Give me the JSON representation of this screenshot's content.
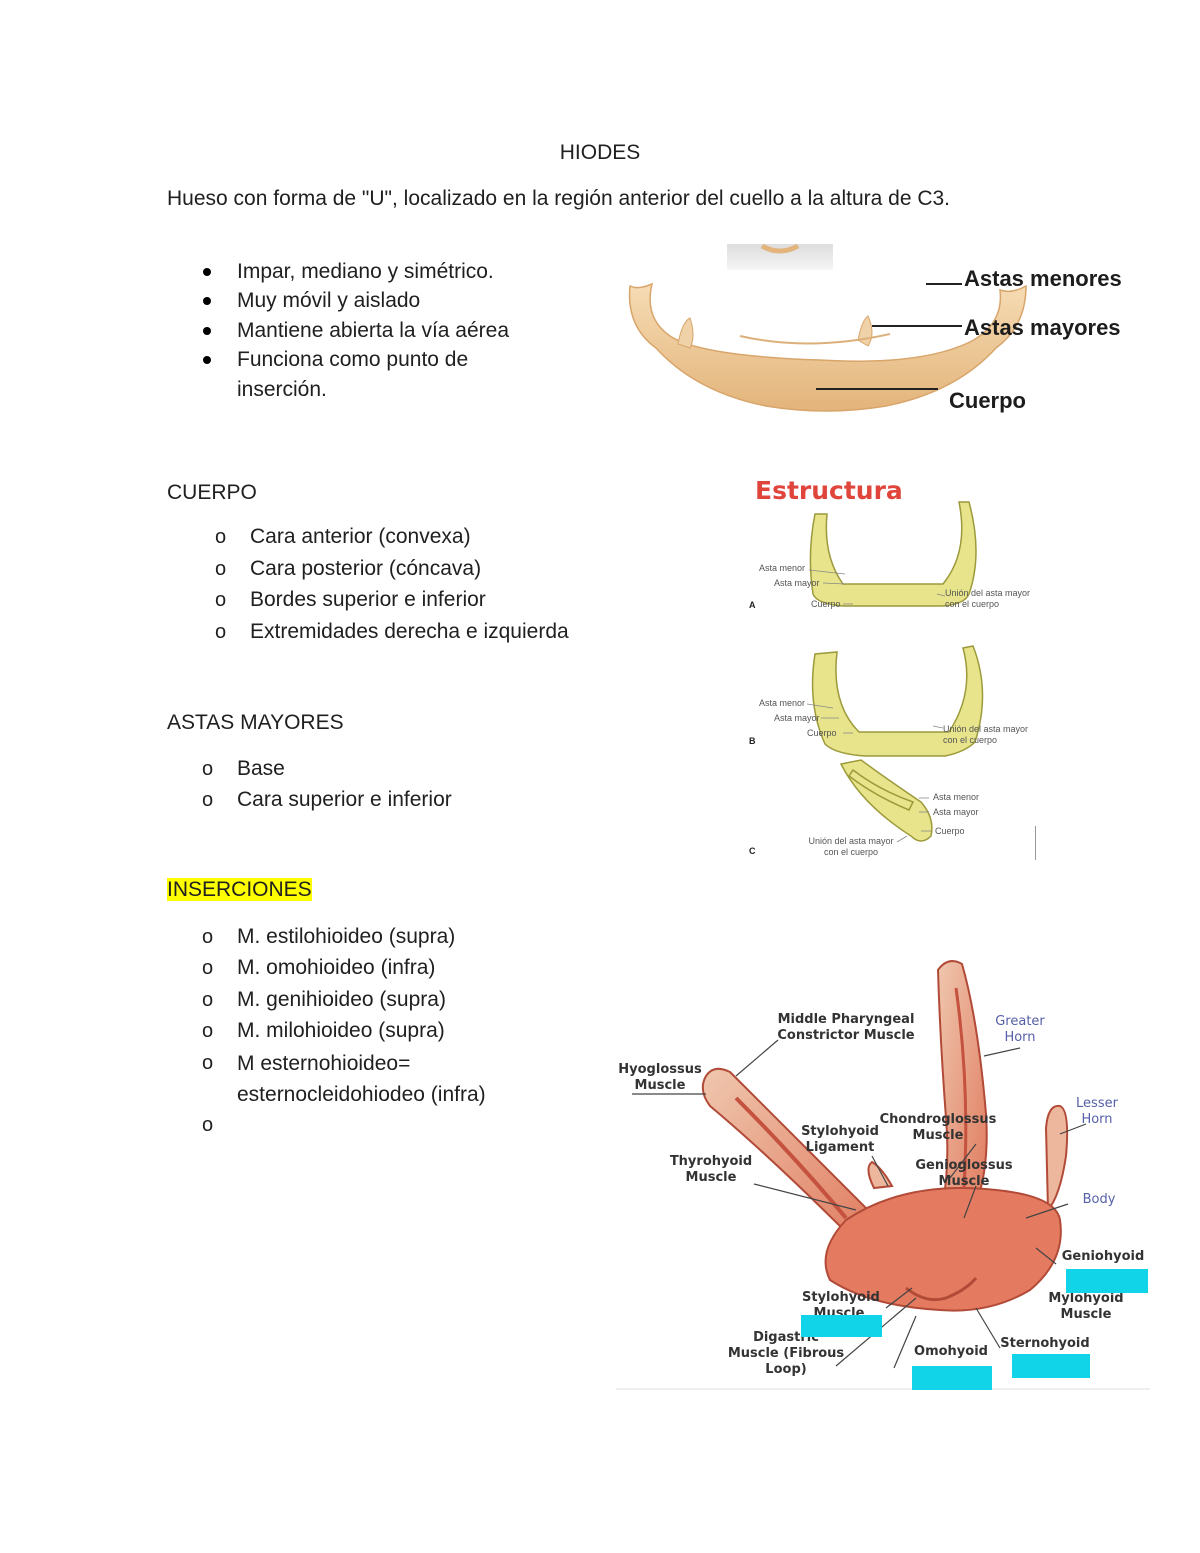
{
  "title": "HIODES",
  "intro": "Hueso con forma de \"U\", localizado en la región anterior del cuello a la altura de C3.",
  "bullets": [
    "Impar, mediano y simétrico.",
    "Muy móvil y aislado",
    "Mantiene abierta la vía aérea",
    "Funciona como punto de inserción."
  ],
  "cuerpo": {
    "heading": "CUERPO",
    "items": [
      "Cara anterior (convexa)",
      "Cara posterior (cóncava)",
      "Bordes superior e inferior",
      "Extremidades derecha e izquierda"
    ]
  },
  "astas": {
    "heading": "ASTAS MAYORES",
    "items": [
      "Base",
      "Cara superior e inferior"
    ]
  },
  "inserciones": {
    "heading": "INSERCIONES",
    "items": [
      "M. estilohioideo (supra)",
      "M. omohioideo (infra)",
      "M. genihioideo (supra)",
      "M. milohioideo (supra)",
      "M esternohioideo= esternocleidohiodeo (infra)",
      ""
    ]
  },
  "list_marker": "o",
  "figure1": {
    "labels": [
      "Astas menores",
      "Astas mayores",
      "Cuerpo"
    ]
  },
  "figure2": {
    "title": "Estructura",
    "panels": [
      {
        "letter": "A",
        "left": [
          "Asta menor",
          "Asta mayor",
          "Cuerpo"
        ],
        "right": "Unión del asta mayor con el cuerpo"
      },
      {
        "letter": "B",
        "left": [
          "Asta menor",
          "Asta mayor",
          "Cuerpo"
        ],
        "right": "Unión del asta mayor con el cuerpo"
      },
      {
        "letter": "C",
        "left": [
          "Unión del asta mayor con el cuerpo"
        ],
        "right": [
          "Asta menor",
          "Asta mayor",
          "Cuerpo"
        ]
      }
    ]
  },
  "figure3": {
    "labels": {
      "middle_pharyngeal": "Middle Pharyngeal Constrictor Muscle",
      "greater_horn": "Greater Horn",
      "hyoglossus": "Hyoglossus Muscle",
      "lesser_horn": "Lesser Horn",
      "stylohyoid_ligament": "Stylohyoid Ligament",
      "chondroglossus": "Chondroglossus Muscle",
      "thyrohyoid": "Thyrohyoid Muscle",
      "genioglossus": "Genioglossus Muscle",
      "body": "Body",
      "geniohyoid": "Geniohyoid",
      "stylohyoid_muscle": "Stylohyoid Muscle",
      "mylohyoid": "Mylohyoid Muscle",
      "digastric": "Digastric Muscle (Fibrous Loop)",
      "omohyoid": "Omohyoid",
      "sternohyoid": "Sternohyoid"
    },
    "highlight_color": "#12d4e8"
  }
}
